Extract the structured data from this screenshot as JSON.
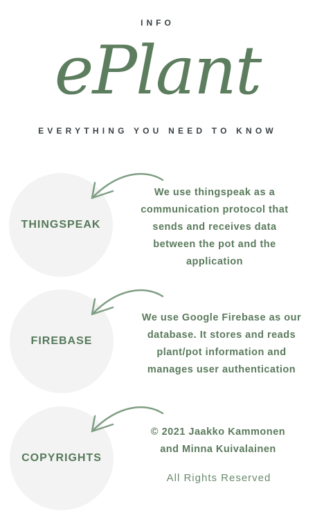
{
  "header": {
    "info": "INFO",
    "logo": "ePlant",
    "tagline": "EVERYTHING YOU NEED TO KNOW"
  },
  "sections": [
    {
      "title": "THINGSPEAK",
      "text": "We use thingspeak as a communication protocol that sends and receives data between the pot and the application"
    },
    {
      "title": "FIREBASE",
      "text": "We use Google Firebase as our database. It stores and reads plant/pot information and manages user authentication"
    },
    {
      "title": "COPYRIGHTS",
      "text": "© 2021 Jaakko Kammonen and Minna Kuivalainen",
      "rights": "All Rights Reserved"
    }
  ]
}
